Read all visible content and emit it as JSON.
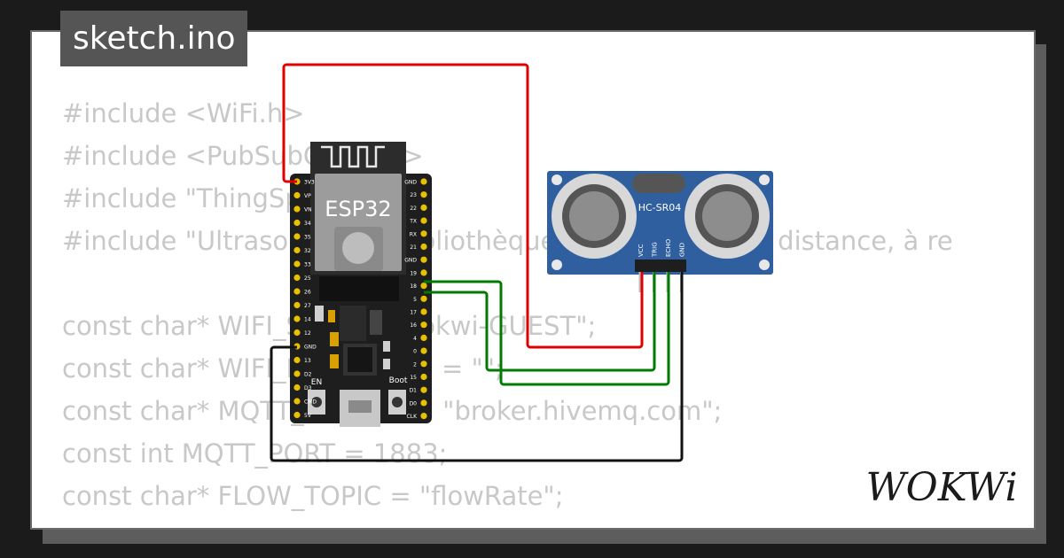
{
  "tab": {
    "title": "sketch.ino"
  },
  "code": {
    "lines": [
      "#include <WiFi.h>",
      "#include <PubSubClient.h>",
      "#include \"ThingSpeak.h\"",
      "#include \"Ultrasonic.h\" // bibliothèque pour mesurer la distance, à re",
      "",
      "const char* WIFI_SSID = \"Wokwi-GUEST\";",
      "const char* WIFI_PASSWORD = \"\";",
      "const char* MQTT_SERVER = \"broker.hivemq.com\";",
      "const int MQTT_PORT = 1883;",
      "const char* FLOW_TOPIC = \"flowRate\";"
    ]
  },
  "esp32": {
    "label": "ESP32",
    "en_label": "EN",
    "boot_label": "Boot",
    "left_pins": [
      "3V3",
      "VP",
      "VN",
      "34",
      "35",
      "32",
      "33",
      "25",
      "26",
      "27",
      "14",
      "12",
      "GND",
      "13",
      "D2",
      "D3",
      "CMD",
      "5V"
    ],
    "right_pins": [
      "GND",
      "23",
      "22",
      "TX",
      "RX",
      "21",
      "GND",
      "19",
      "18",
      "5",
      "17",
      "16",
      "4",
      "0",
      "2",
      "15",
      "D1",
      "D0",
      "CLK"
    ]
  },
  "sensor": {
    "label": "HC-SR04",
    "pins": [
      "VCC",
      "TRIG",
      "ECHO",
      "GND"
    ]
  },
  "brand": {
    "logo": "WOKWi"
  },
  "colors": {
    "wire_red": "#e00000",
    "wire_green": "#007a00",
    "wire_black": "#111111",
    "board": "#1e1e1e",
    "sensor": "#2f5f9f"
  }
}
